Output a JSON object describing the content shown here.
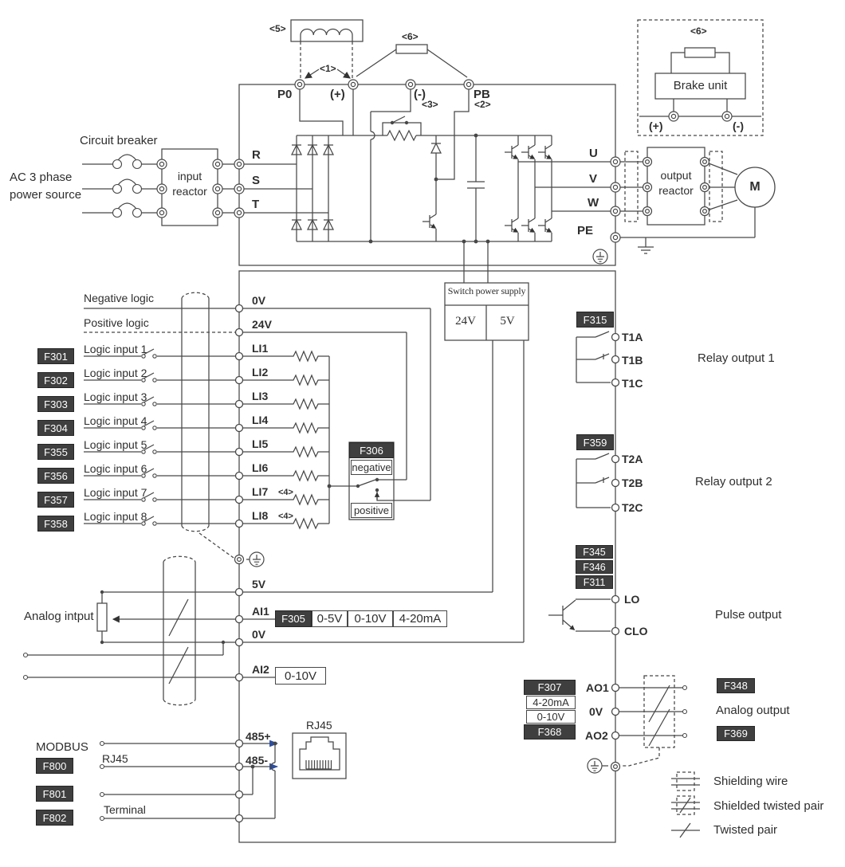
{
  "colors": {
    "line": "#474747",
    "text": "#2e2e2e",
    "chip_bg": "#3f3f3f",
    "chip_text": "#ffffff",
    "arrow_blue": "#2c4d9e"
  },
  "power": {
    "terminals_top": {
      "p0": "P0",
      "plus": "(+)",
      "minus": "(-)",
      "pb": "PB"
    },
    "notes": {
      "n1": "<1>",
      "n2": "<2>",
      "n3": "<3>",
      "n5": "<5>",
      "n6": "<6>"
    },
    "input": {
      "circuit_breaker": "Circuit breaker",
      "source_line1": "AC 3 phase",
      "source_line2": "power source",
      "reactor_line1": "input",
      "reactor_line2": "reactor",
      "phases": [
        "R",
        "S",
        "T"
      ]
    },
    "output": {
      "phases": [
        "U",
        "V",
        "W"
      ],
      "pe": "PE",
      "reactor_line1": "output",
      "reactor_line2": "reactor",
      "motor": "M"
    },
    "brake": {
      "note": "<6>",
      "unit": "Brake unit",
      "plus": "(+)",
      "minus": "(-)"
    },
    "sps": {
      "title": "Switch power supply",
      "v24": "24V",
      "v5": "5V"
    }
  },
  "control": {
    "logic": {
      "negative": "Negative logic",
      "positive": "Positive logic",
      "t0v": "0V",
      "t24v": "24V",
      "rows": [
        {
          "code": "F301",
          "label": "Logic input 1",
          "terminal": "LI1",
          "note": ""
        },
        {
          "code": "F302",
          "label": "Logic input 2",
          "terminal": "LI2",
          "note": ""
        },
        {
          "code": "F303",
          "label": "Logic input 3",
          "terminal": "LI3",
          "note": ""
        },
        {
          "code": "F304",
          "label": "Logic input 4",
          "terminal": "LI4",
          "note": ""
        },
        {
          "code": "F355",
          "label": "Logic input 5",
          "terminal": "LI5",
          "note": ""
        },
        {
          "code": "F356",
          "label": "Logic input 6",
          "terminal": "LI6",
          "note": ""
        },
        {
          "code": "F357",
          "label": "Logic input 7",
          "terminal": "LI7",
          "note": "<4>"
        },
        {
          "code": "F358",
          "label": "Logic input 8",
          "terminal": "LI8",
          "note": "<4>"
        }
      ],
      "f306": {
        "code": "F306",
        "top": "negative",
        "bottom": "positive"
      }
    },
    "analog_in": {
      "label": "Analog intput",
      "t5v": "5V",
      "ai1": "AI1",
      "t0v": "0V",
      "ai2": "AI2",
      "f305": "F305",
      "options": [
        "0-5V",
        "0-10V",
        "4-20mA"
      ],
      "ai2_option": "0-10V"
    },
    "comms": {
      "modbus": "MODBUS",
      "rj45_label": "RJ45",
      "terminal_label": "Terminal",
      "codes": [
        "F800",
        "F801",
        "F802"
      ],
      "p485": "485+",
      "m485": "485-",
      "jack_label": "RJ45"
    },
    "relay1": {
      "code": "F315",
      "t": [
        "T1A",
        "T1B",
        "T1C"
      ],
      "label": "Relay output 1"
    },
    "relay2": {
      "code": "F359",
      "t": [
        "T2A",
        "T2B",
        "T2C"
      ],
      "label": "Relay output 2"
    },
    "pulse": {
      "codes": [
        "F345",
        "F346",
        "F311"
      ],
      "lo": "LO",
      "clo": "CLO",
      "label": "Pulse output"
    },
    "analog_out": {
      "f307": "F307",
      "options": [
        "4-20mA",
        "0-10V"
      ],
      "f368": "F368",
      "ao1": "AO1",
      "t0v": "0V",
      "ao2": "AO2",
      "f348": "F348",
      "label": "Analog output",
      "f369": "F369"
    },
    "legend": [
      {
        "label": "Shielding wire"
      },
      {
        "label": "Shielded twisted pair"
      },
      {
        "label": "Twisted pair"
      }
    ]
  }
}
